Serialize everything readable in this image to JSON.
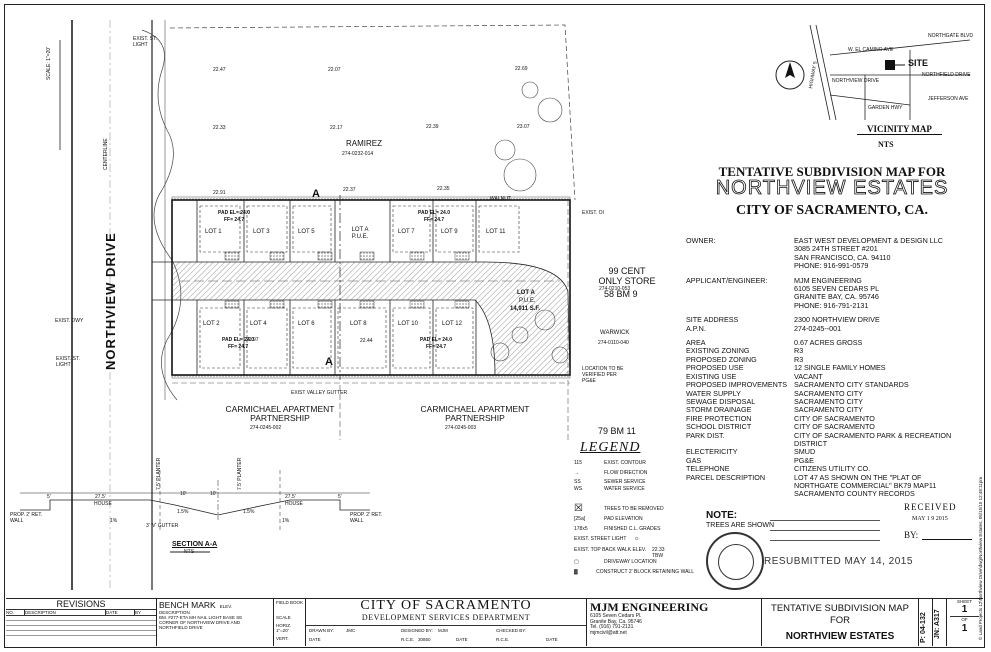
{
  "scale_label": "SCALE: 1\"=20'",
  "street": {
    "name": "NORTHVIEW DRIVE",
    "centerline": "CENTERLINE"
  },
  "streetlights": [
    "EXIST. ST. LIGHT",
    "EXIST. ST. LIGHT"
  ],
  "exist_dwy": "EXIST. DWY",
  "neighbors": {
    "north_name": "RAMIREZ",
    "north_apn": "274-0232-014",
    "east_store": "99 CENT ONLY STORE",
    "east_store_apn": "274-0210-053",
    "east_bm": "58 BM 9",
    "warwick": "WARWICK",
    "warwick_apn": "274-0110-040",
    "south_left": "CARMICHAEL APARTMENT PARTNERSHIP",
    "south_left_apn": "274-0245-002",
    "south_right": "CARMICHAEL APARTMENT PARTNERSHIP",
    "south_right_apn": "274-0245-003",
    "bm": "79 BM 11"
  },
  "spot_elevations": [
    "22.47",
    "22.07",
    "22.69",
    "22.33",
    "22.17",
    "22.39",
    "23.07",
    "22.91",
    "22.37",
    "22.35",
    "22.44",
    "22.97"
  ],
  "lots_top": [
    "LOT 1",
    "LOT 3",
    "LOT 5",
    "LOT 7",
    "LOT 9",
    "LOT 11"
  ],
  "lot_a_top": "LOT A P.U.E.",
  "lots_bottom": [
    "LOT 2",
    "LOT 4",
    "LOT 6",
    "LOT 8",
    "LOT 10",
    "LOT 12"
  ],
  "lot_a": {
    "name": "LOT A",
    "pue": "P.U.E.",
    "area": "14,911 S.F."
  },
  "pads": [
    {
      "pad": "PAD EL= 24.0",
      "ff": "FF= 24.7"
    },
    {
      "pad": "PAD EL= 24.0",
      "ff": "FF= 24.7"
    },
    {
      "pad": "PAD EL= 24.0",
      "ff": "FF= 24.7"
    },
    {
      "pad": "PAD EL= 24.0",
      "ff": "FF= 24.7"
    }
  ],
  "section_marker": "A",
  "walnut": "WALNUT",
  "exist_oi": "EXIST. OI",
  "exist_valley_gutter": "EXIST VALLEY GUTTER",
  "location_note": "LOCATION TO BE VERIFIED PER PG&E",
  "section": {
    "title": "SECTION A-A",
    "nts": "NTS",
    "planters": [
      "7.5' PLANTER",
      "7.5' PLANTER"
    ],
    "dims": [
      "5'",
      "27.5'",
      "10'",
      "10'",
      "27.5'",
      "5'"
    ],
    "houses": [
      "HOUSE",
      "HOUSE"
    ],
    "slopes": [
      "1.5%",
      "1.5%",
      "1%",
      "1%"
    ],
    "walls": [
      "PROP. 2' RET. WALL",
      "PROP. 2' RET. WALL"
    ],
    "gutter": "3' 'V' GUTTER"
  },
  "legend": {
    "title": "LEGEND",
    "items": [
      {
        "sym": "115",
        "text": "EXIST. CONTOUR"
      },
      {
        "sym": "→",
        "text": "FLOW DIRECTION"
      },
      {
        "sym": "SS",
        "text": "SEWER SERVICE"
      },
      {
        "sym": "WS",
        "text": "WATER SERVICE"
      },
      {
        "sym": "☒",
        "text": "TREES TO BE REMOVED"
      },
      {
        "sym": "[25a]",
        "text": "PAD ELEVATION"
      },
      {
        "sym": "178x5",
        "text": "FINISHED C.L. GRADES"
      },
      {
        "sym": "EXIST. STREET LIGHT",
        "text": "☼"
      },
      {
        "sym": "EXIST. TOP BACK WALK ELEV.",
        "text": "22.33 TBW"
      },
      {
        "sym": "▢",
        "text": "DRIVEWAY LOCATION"
      },
      {
        "sym": "▓",
        "text": "CONSTRUCT 2' BLOCK RETAINING WALL"
      }
    ]
  },
  "vicinity": {
    "title": "VICINITY MAP",
    "nts": "NTS",
    "site": "SITE",
    "roads": [
      "NORTHGATE BLVD",
      "W. EL CAMINO AVE",
      "NORTHVIEW DRIVE",
      "NORTHFIELD DRIVE",
      "HIGHWAY 5",
      "GARDEN HWY",
      "JEFFERSON AVE"
    ]
  },
  "main_title": {
    "line1": "TENTATIVE SUBDIVISION MAP FOR",
    "line2": "NORTHVIEW ESTATES",
    "line3": "CITY OF SACRAMENTO, CA."
  },
  "info": [
    {
      "k": "OWNER:",
      "v": [
        "EAST WEST DEVELOPMENT & DESIGN LLC",
        "3085 24TH STREET #201",
        "SAN FRANCISCO, CA. 94110",
        "PHONE: 916-991-0579"
      ],
      "gap": true
    },
    {
      "k": "APPLICANT/ENGINEER:",
      "v": [
        "MJM ENGINEERING",
        "6105 SEVEN CEDARS PL",
        "GRANITE BAY, CA. 95746",
        "PHONE: 916-791-2131"
      ],
      "gap": true
    },
    {
      "k": "SITE ADDRESS",
      "v": [
        "2300 NORTHVIEW DRIVE"
      ]
    },
    {
      "k": "A.P.N.",
      "v": [
        "274-0245--001"
      ],
      "gap": true
    },
    {
      "k": "AREA",
      "v": [
        "0.67 ACRES GROSS"
      ]
    },
    {
      "k": "EXISTING ZONING",
      "v": [
        "R3"
      ]
    },
    {
      "k": "PROPOSED ZONING",
      "v": [
        "R3"
      ]
    },
    {
      "k": "PROPOSED USE",
      "v": [
        "12 SINGLE FAMILY HOMES"
      ]
    },
    {
      "k": "EXISTING USE",
      "v": [
        "VACANT"
      ]
    },
    {
      "k": "PROPOSED IMPROVEMENTS",
      "v": [
        "SACRAMENTO CITY STANDARDS"
      ]
    },
    {
      "k": "WATER SUPPLY",
      "v": [
        "SACRAMENTO CITY"
      ]
    },
    {
      "k": "SEWAGE DISPOSAL",
      "v": [
        "SACRAMENTO CITY"
      ]
    },
    {
      "k": "STORM DRAINAGE",
      "v": [
        "SACRAMENTO CITY"
      ]
    },
    {
      "k": "FIRE PROTECTION",
      "v": [
        "CITY OF SACRAMENTO"
      ]
    },
    {
      "k": "SCHOOL DISTRICT",
      "v": [
        "CITY OF SACRAMENTO"
      ]
    },
    {
      "k": "PARK DIST.",
      "v": [
        "CITY OF SACRAMENTO PARK & RECREATION",
        "DISTRICT"
      ]
    },
    {
      "k": "ELECTERICITY",
      "v": [
        "SMUD"
      ]
    },
    {
      "k": "GAS",
      "v": [
        "PG&E"
      ]
    },
    {
      "k": "TELEPHONE",
      "v": [
        "CITIZENS UTILITY CO."
      ]
    },
    {
      "k": "PARCEL DESCRIPTION",
      "v": [
        "LOT 47 AS SHOWN ON THE \"PLAT OF",
        "NORTHGATE COMMERCIAL\" BK79 MAP11",
        "SACRAMENTO COUNTY RECORDS"
      ]
    }
  ],
  "note": {
    "title": "NOTE:",
    "text": "TREES ARE SHOWN"
  },
  "received": {
    "title": "RECEIVED",
    "date": "MAY 1 9 2015",
    "by": "BY:"
  },
  "resubmitted": "RESUBMITTED MAY 14, 2015",
  "title_block": {
    "revisions": "REVISIONS",
    "rev_cols": [
      "NO.",
      "DESCRIPTION",
      "DATE",
      "BY"
    ],
    "bench_mark": "BENCH MARK",
    "bench_elev": "ELEV.",
    "bench_desc": [
      "DESCRIPTION",
      "BM. #277-ETA MH NAIL LIGHT BASE SE",
      "CORNER OF NORTHVIEW DRIVE AND",
      "NORTHFIELD DRIVE"
    ],
    "field_book": "FIELD BOOK",
    "scale_rows": [
      "SCALE",
      "HORIZ. 1\"=20'",
      "VERT."
    ],
    "city": "CITY OF SACRAMENTO",
    "dept": "DEVELOPMENT SERVICES DEPARTMENT",
    "drawn_by": "DRAWN BY:",
    "drawn_val": "JMC",
    "designed_by": "DESIGNED BY:",
    "designed_val": "MJM",
    "checked_by": "CHECKED BY:",
    "rce": "R.C.E.",
    "rce_val": "30850",
    "date_label": "DATE",
    "firm": "MJM ENGINEERING",
    "firm_addr": [
      "6105 Seven Cedars Pl.",
      "Granite Bay, Ca. 95746",
      "Tel. (916) 791-2131",
      "mjmcivil@att.net"
    ],
    "sheet_title_1": "TENTATIVE SUBDIVISION MAP FOR",
    "sheet_title_2": "NORTHVIEW ESTATES",
    "p_num": "P: 04-132",
    "jn": "JN: A317",
    "sheet_label": "SHEET",
    "sheet_no": "1",
    "of_label": "OF",
    "sheet_total": "1"
  },
  "side_note": "© Land Projects 12\\Northview Drive\\dwg\\Northview Estates, 05/15/15 12:48:11pm"
}
